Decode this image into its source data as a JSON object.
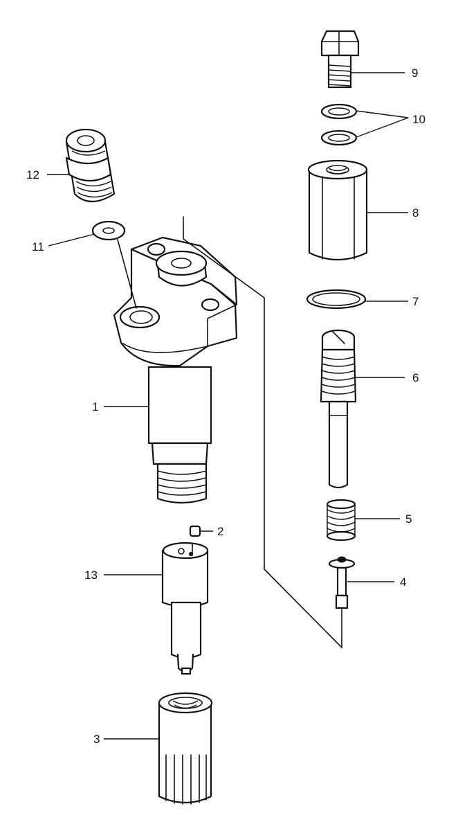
{
  "labels": {
    "p1": "1",
    "p2": "2",
    "p3": "3",
    "p4": "4",
    "p5": "5",
    "p6": "6",
    "p7": "7",
    "p8": "8",
    "p9": "9",
    "p10": "10",
    "p11": "11",
    "p12": "12",
    "p13": "13"
  }
}
